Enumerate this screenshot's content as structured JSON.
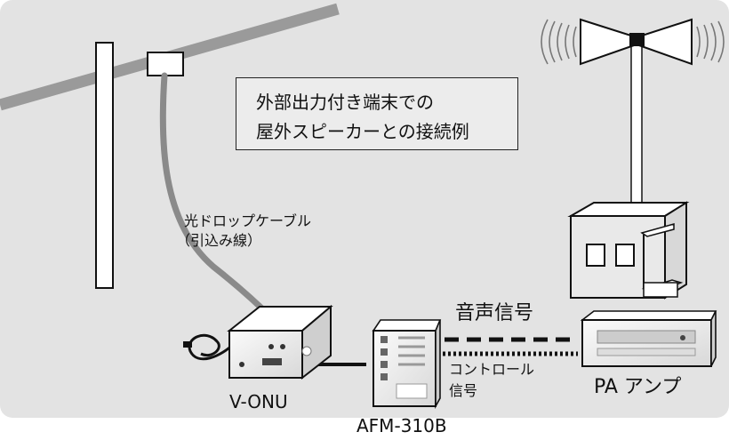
{
  "caption": {
    "line1": "外部出力付き端末での",
    "line2": "屋外スピーカーとの接続例"
  },
  "labels": {
    "drop_cable_line1": "光ドロップケーブル",
    "drop_cable_line2": "（引込み線）",
    "audio_signal": "音声信号",
    "control_signal_line1": "コントロール",
    "control_signal_line2": "信号",
    "v_onu": "V-ONU",
    "afm": "AFM-310B",
    "pa_amp": "PA アンプ"
  },
  "colors": {
    "background": "#e3e3e3",
    "cable": "#8a8a8a",
    "line": "#1a1a1a",
    "device": "#f2f2f2"
  }
}
